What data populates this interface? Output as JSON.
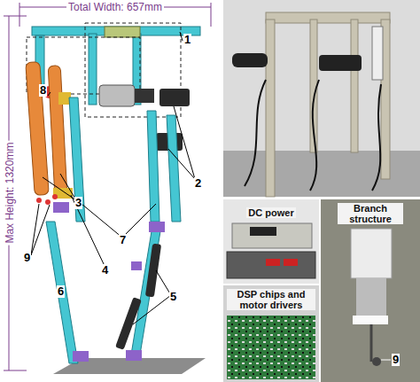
{
  "diagram": {
    "labels": [
      "Total Width: 657mm",
      "Max Height: 1320mm",
      "1",
      "2",
      "8",
      "3",
      "7",
      "9",
      "4",
      "5",
      "6",
      "DC power",
      "DSP chips and motor drivers",
      "Branch structure",
      "9"
    ]
  }
}
